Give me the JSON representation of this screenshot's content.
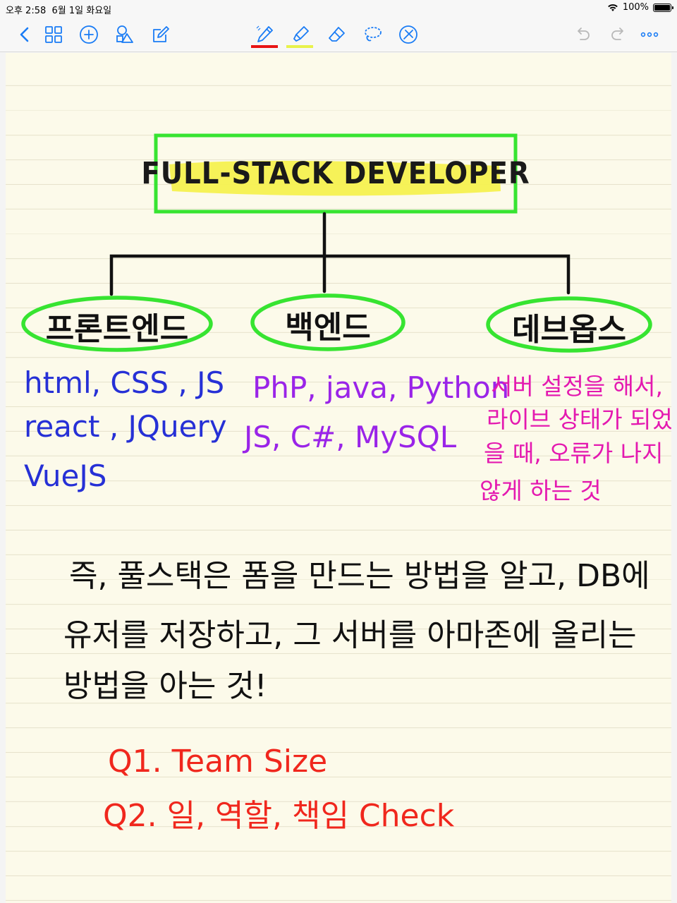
{
  "status_bar": {
    "time": "오후 2:58",
    "date": "6월 1일 화요일",
    "battery": "100%"
  },
  "toolbar": {
    "left_icons": [
      "back-icon",
      "thumbnails-icon",
      "add-icon",
      "shapes-icon",
      "edit-icon"
    ],
    "tool_icons": [
      "pen-icon",
      "highlighter-icon",
      "eraser-icon",
      "lasso-icon",
      "laser-pointer-icon"
    ],
    "right_icons": [
      "undo-icon",
      "redo-icon",
      "more-icon"
    ],
    "accent": "#1a7cf5",
    "pen_color": "#e81414",
    "highlighter_color": "#e8f24a"
  },
  "note": {
    "title": "FULL-STACK DEVELOPER",
    "branches": [
      {
        "label": "프론트엔드",
        "color": "#37e431",
        "items": [
          "html, CSS , JS",
          "react , JQuery",
          "VueJS"
        ]
      },
      {
        "label": "백엔드",
        "color": "#37e431",
        "items": [
          "PhP, java, Python",
          "JS, C#, MySQL"
        ]
      },
      {
        "label": "데브옵스",
        "color": "#37e431",
        "items": [
          "서버 설정을 해서,",
          "라이브 상태가 되었",
          "을 때, 오류가 나지",
          "않게 하는 것"
        ]
      }
    ],
    "summary_lines": [
      "즉, 풀스택은 폼을 만드는 방법을 알고, DB에",
      "유저를 저장하고, 그 서버를 아마존에 올리는",
      "방법을 아는 것!"
    ],
    "questions": [
      "Q1. Team Size",
      "Q2. 일, 역할, 책임 Check"
    ],
    "colors": {
      "frontend_items": "#2630d6",
      "backend_items": "#9a24e8",
      "devops_items": "#e419b0",
      "questions": "#f0271d",
      "title_box": "#37e431",
      "title_highlight": "#f5f150"
    }
  }
}
